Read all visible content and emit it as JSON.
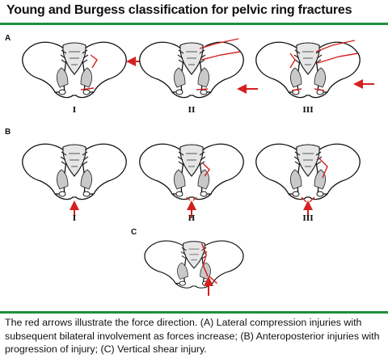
{
  "title": "Young and Burgess classification for pelvic ring fractures",
  "caption": "The red arrows illustrate the force direction. (A) Lateral compression injuries with subsequent bilateral involvement as forces increase; (B) Anteroposterior injuries with progression of injury; (C) Vertical shear injury.",
  "colors": {
    "accent_rule": "#1e8f3c",
    "fracture": "#d42020",
    "bone_outline": "#111111",
    "bone_shade": "#c9c9c9"
  },
  "rows": [
    {
      "label": "A",
      "panels": [
        {
          "numeral": "I"
        },
        {
          "numeral": "II"
        },
        {
          "numeral": "III"
        }
      ]
    },
    {
      "label": "B",
      "panels": [
        {
          "numeral": "I"
        },
        {
          "numeral": "II"
        },
        {
          "numeral": "III"
        }
      ]
    },
    {
      "label": "C"
    }
  ]
}
